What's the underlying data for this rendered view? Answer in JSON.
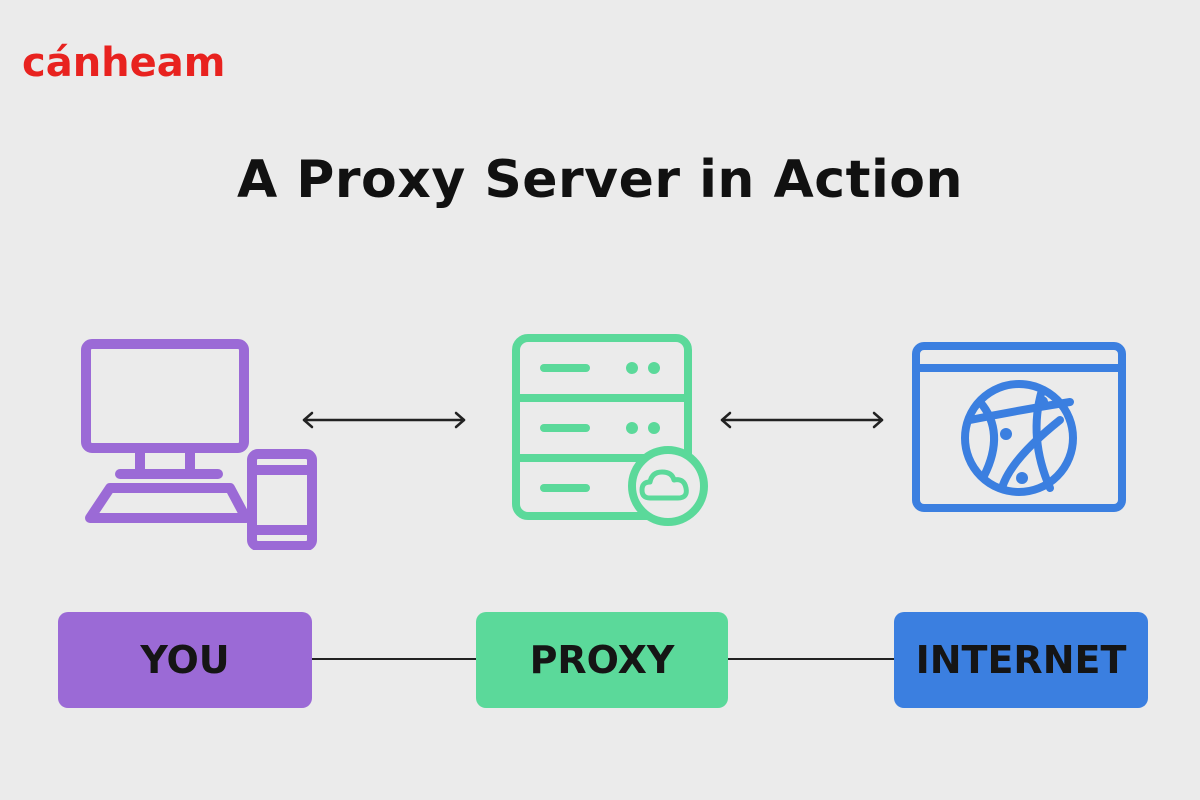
{
  "logo": {
    "text": "cánheam",
    "color": "#e8221f"
  },
  "title": "A Proxy Server in Action",
  "nodes": [
    {
      "id": "you",
      "label": "YOU",
      "color": "#9b6ad6",
      "icon": "computer-and-phone-icon"
    },
    {
      "id": "proxy",
      "label": "PROXY",
      "color": "#5bd99a",
      "icon": "server-cloud-icon"
    },
    {
      "id": "internet",
      "label": "INTERNET",
      "color": "#3b7fe0",
      "icon": "browser-globe-icon"
    }
  ],
  "colors": {
    "background": "#ebebeb",
    "line": "#222222",
    "icon_you": "#9b6ad6",
    "icon_proxy": "#5bd99a",
    "icon_internet": "#3b7fe0"
  }
}
